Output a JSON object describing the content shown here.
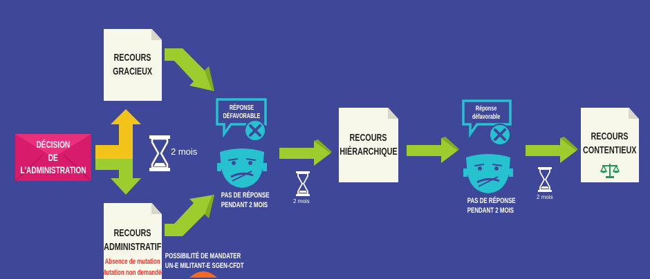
{
  "decision": [
    "DÉCISION",
    "DE",
    "L'ADMINISTRATION"
  ],
  "recours_gracieux": [
    "RECOURS",
    "GRACIEUX"
  ],
  "recours_administratif": {
    "title": [
      "RECOURS",
      "ADMINISTRATIF"
    ],
    "notes": [
      "Absence de mutation",
      "Mutation non demandée"
    ]
  },
  "recours_hierarchique": [
    "RECOURS",
    "HIÉRARCHIQUE"
  ],
  "recours_contentieux": [
    "RECOURS",
    "CONTENTIEUX"
  ],
  "delay_main": "2 mois",
  "delay_small": "2 mois",
  "reponse_defavorable": [
    "RÉPONSE",
    "DÉFAVORABLE"
  ],
  "reponse_defavorable_2": [
    "Réponse",
    "défavorable"
  ],
  "pas_de_reponse": [
    "PAS DE RÉPONSE",
    "PENDANT 2 MOIS"
  ],
  "mandater": [
    "POSSIBILITÉ DE MANDATER",
    "UN-E MILITANT-E SGEN-CFDT"
  ],
  "colors": {
    "background": "#3f4799",
    "arrow_green": "#9ccc2e",
    "arrow_yellow": "#f2c41a",
    "cyan": "#27c2cf",
    "envelope": "#d81b6b",
    "document": "#f8f8ea",
    "red_text": "#e53229",
    "scale_green": "#1a9a57"
  },
  "icons": [
    "envelope-icon",
    "hourglass-icon",
    "speech-bubble-icon",
    "x-circle-icon",
    "face-icon",
    "scale-icon",
    "arrow-icon"
  ]
}
